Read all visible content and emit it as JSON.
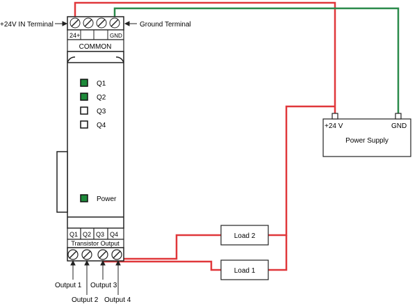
{
  "labels": {
    "plus24v_in_terminal": "+24V IN Terminal",
    "ground_terminal": "Ground Terminal",
    "terminal_24plus": "24+",
    "terminal_gnd": "GND",
    "common": "COMMON",
    "q1": "Q1",
    "q2": "Q2",
    "q3": "Q3",
    "q4": "Q4",
    "power": "Power",
    "transistor_output": "Transistor Output",
    "plus24v": "+24 V",
    "gnd": "GND",
    "power_supply": "Power Supply",
    "load1": "Load 1",
    "load2": "Load 2",
    "output1": "Output 1",
    "output2": "Output 2",
    "output3": "Output 3",
    "output4": "Output 4"
  },
  "leds": {
    "q1_on": true,
    "q2_on": true,
    "q3_on": false,
    "q4_on": false,
    "power_on": true
  },
  "colors": {
    "red_wire": "#e0373a",
    "green_wire": "#2a8a4a",
    "led_on": "#1e8a3a",
    "outline": "#222222"
  }
}
